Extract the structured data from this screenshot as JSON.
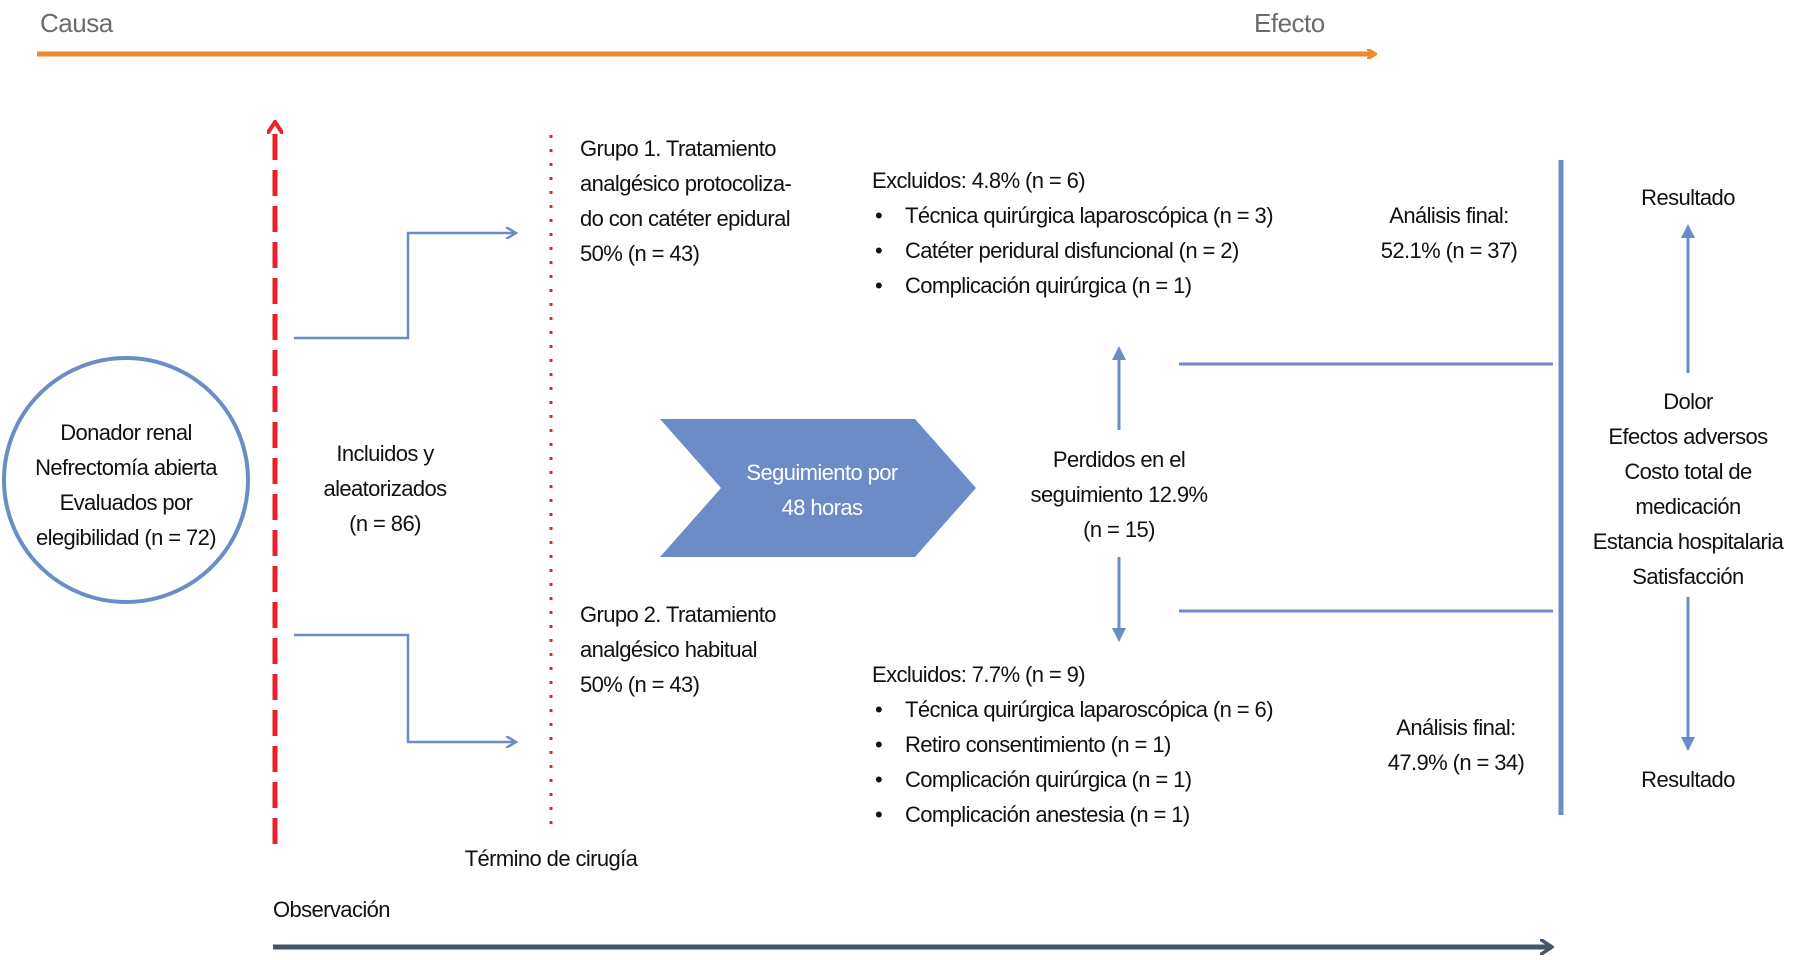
{
  "axis": {
    "cause": "Causa",
    "effect": "Efecto",
    "observation": "Observación",
    "surgery_end": "Término de cirugía"
  },
  "population": {
    "lines": [
      "Donador renal",
      "Nefrectomía abierta",
      "Evaluados por",
      "elegibilidad (n = 72)"
    ]
  },
  "randomized": {
    "lines": [
      "Incluidos y",
      "aleatorizados",
      "(n = 86)"
    ]
  },
  "group1": {
    "lines": [
      "Grupo 1. Tratamiento",
      "analgésico protocoliza-",
      "do con catéter epidural",
      "50% (n = 43)"
    ]
  },
  "group2": {
    "lines": [
      "Grupo 2. Tratamiento",
      "analgésico habitual",
      "50% (n = 43)"
    ]
  },
  "followup": {
    "lines": [
      "Seguimiento por",
      "48 horas"
    ]
  },
  "lost": {
    "lines": [
      "Perdidos en el",
      "seguimiento 12.9%",
      "(n = 15)"
    ]
  },
  "excluded1": {
    "title": "Excluidos: 4.8% (n = 6)",
    "items": [
      "Técnica quirúrgica laparoscópica (n = 3)",
      "Catéter peridural disfuncional (n = 2)",
      "Complicación quirúrgica (n = 1)"
    ]
  },
  "excluded2": {
    "title": "Excluidos: 7.7% (n = 9)",
    "items": [
      "Técnica quirúrgica laparoscópica (n = 6)",
      "Retiro consentimiento (n = 1)",
      "Complicación quirúrgica (n = 1)",
      "Complicación anestesia (n = 1)"
    ]
  },
  "analysis1": {
    "lines": [
      "Análisis final:",
      "52.1% (n = 37)"
    ]
  },
  "analysis2": {
    "lines": [
      "Análisis final:",
      "47.9% (n = 34)"
    ]
  },
  "outcomes": {
    "top": "Resultado",
    "bottom": "Resultado",
    "lines": [
      "Dolor",
      "Efectos adversos",
      "Costo total de",
      "medicación",
      "Estancia hospitalaria",
      "Satisfacción"
    ]
  },
  "colors": {
    "orange": "#F0892E",
    "red": "#E8202A",
    "blue": "#6C8CC7",
    "dark": "#44546A"
  }
}
